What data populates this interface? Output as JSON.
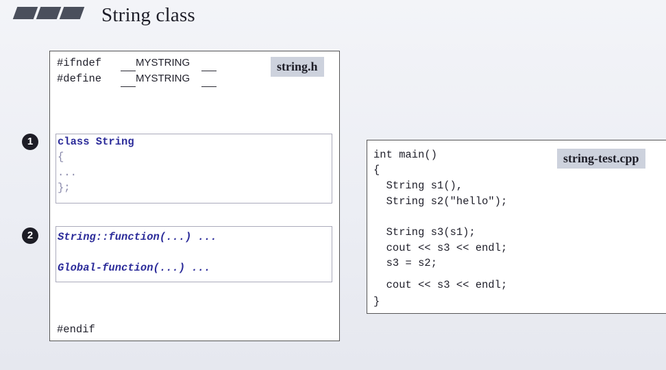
{
  "slide": {
    "title": "String class"
  },
  "header_file": {
    "tag": "string.h",
    "ifndef_kw": "#ifndef",
    "define_kw": "#define",
    "macro": "MYSTRING",
    "endif": "#endif",
    "class_decl": "class String",
    "brace_open": "{",
    "ellipsis": "...",
    "brace_close": "};",
    "member_func": "String::function(...) ...",
    "global_func": "Global-function(...) ...",
    "markers": [
      "1",
      "2"
    ]
  },
  "test_file": {
    "tag": "string-test.cpp",
    "lines": [
      "int main()",
      "{",
      "  String s1(),",
      "  String s2(\"hello\");",
      "",
      "  String s3(s1);",
      "  cout << s3 << endl;",
      "  s3 = s2;",
      "",
      "  cout << s3 << endl;",
      "}"
    ]
  }
}
